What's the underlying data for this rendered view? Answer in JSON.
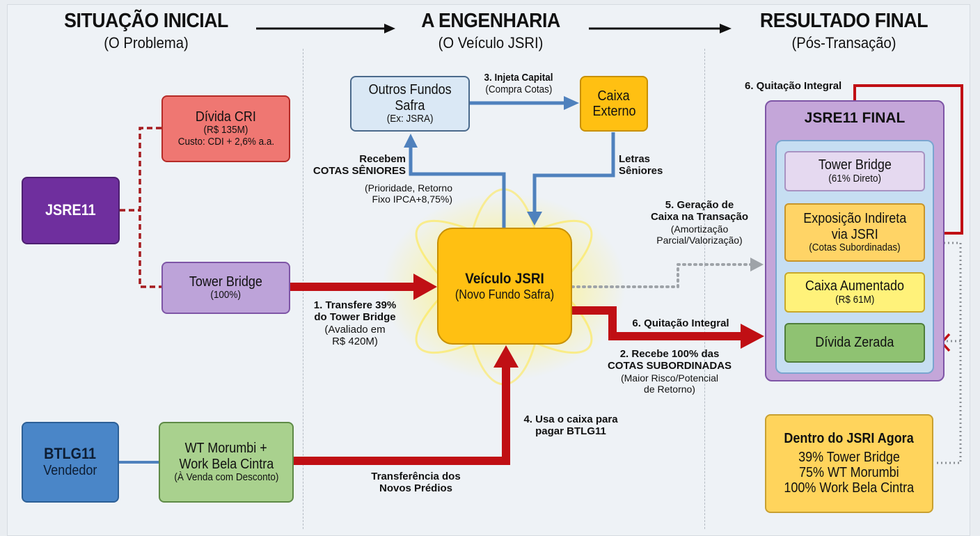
{
  "sections": {
    "initial": {
      "title": "SITUAÇÃO INICIAL",
      "subtitle": "(O Problema)"
    },
    "engineering": {
      "title": "A ENGENHARIA",
      "subtitle": "(O Veículo JSRI)"
    },
    "final": {
      "title": "RESULTADO FINAL",
      "subtitle": "(Pós-Transação)"
    }
  },
  "nodes": {
    "jsre11": {
      "label": "JSRE11",
      "color": "#6f2f9e"
    },
    "divida_cri": {
      "title": "Dívida CRI",
      "line1": "(R$ 135M)",
      "line2": "Custo: CDI + 2,6% a.a.",
      "color": "#ef7772"
    },
    "tower_bridge": {
      "title": "Tower Bridge",
      "sub": "(100%)",
      "color": "#bda3d9"
    },
    "btlg11": {
      "title": "BTLG11",
      "sub": "Vendedor",
      "color": "#4a86c8"
    },
    "wt_morumbi": {
      "line1": "WT Morumbi +",
      "line2": "Work Bela Cintra",
      "sub": "(À Venda com Desconto)",
      "color": "#a9d18e"
    },
    "outros_fundos": {
      "line1": "Outros Fundos",
      "line2": "Safra",
      "sub": "(Ex: JSRA)",
      "color": "#dae8f5"
    },
    "caixa_externo": {
      "line1": "Caixa",
      "line2": "Externo",
      "color": "#ffc012"
    },
    "veiculo_jsri": {
      "title": "Veículo JSRI",
      "sub": "(Novo Fundo Safra)",
      "color": "#ffc012"
    },
    "jsre11_final": {
      "title": "JSRE11 FINAL",
      "color": "#c4a6d9",
      "items": [
        {
          "title": "Tower Bridge",
          "sub": "(61% Direto)",
          "color": "#e5d9f0"
        },
        {
          "title": "Exposição Indireta",
          "title2": "via JSRI",
          "sub": "(Cotas Subordinadas)",
          "color": "#ffd466"
        },
        {
          "title": "Caixa Aumentado",
          "sub": "(R$ 61M)",
          "color": "#fff27a"
        },
        {
          "title": "Dívida Zerada",
          "color": "#8fc272"
        }
      ]
    },
    "dentro_jsri": {
      "title": "Dentro do JSRI Agora",
      "lines": [
        "39% Tower Bridge",
        "75% WT Morumbi",
        "100% Work Bela Cintra"
      ],
      "color": "#ffd45c"
    }
  },
  "flows": {
    "step1": {
      "title1": "1. Transfere 39%",
      "title2": "do Tower Bridge",
      "sub1": "(Avaliado em",
      "sub2": "R$ 420M)"
    },
    "step2": {
      "title1": "2. Recebe 100% das",
      "title2": "COTAS SUBORDINADAS",
      "sub1": "(Maior Risco/Potencial",
      "sub2": "de Retorno)"
    },
    "step3": {
      "title": "3. Injeta Capital",
      "sub": "(Compra Cotas)"
    },
    "step4": {
      "title1": "4. Usa o caixa para",
      "title2": "pagar BTLG11"
    },
    "step5": {
      "title1": "5. Geração de",
      "title2": "Caixa na Transação",
      "sub1": "(Amortização",
      "sub2": "Parcial/Valorização)"
    },
    "step6_mid": {
      "title": "6. Quitação Integral"
    },
    "step6_top": {
      "title": "6. Quitação Integral"
    },
    "senior": {
      "title1": "Recebem",
      "title2": "COTAS SÊNIORES",
      "sub1": "(Prioridade, Retorno",
      "sub2": "Fixo IPCA+8,75%)"
    },
    "letras": {
      "title1": "Letras",
      "title2": "Sêniores"
    },
    "transfer": {
      "title1": "Transferência dos",
      "title2": "Novos Prédios"
    }
  },
  "colors": {
    "red_arrow": "#c00f14",
    "blue_arrow": "#4f81bd",
    "dotted_gray": "#9ea3a8"
  }
}
